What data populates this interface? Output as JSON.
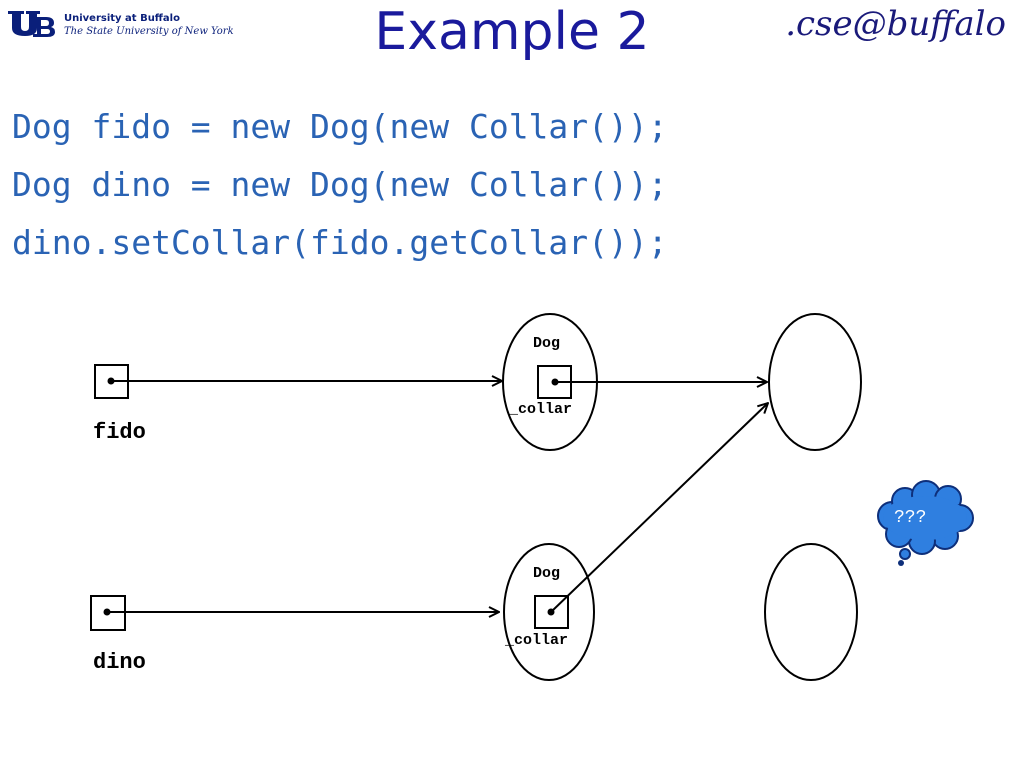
{
  "header": {
    "title": "Example 2",
    "ub_logo": {
      "name": "University at Buffalo",
      "subtitle": "The State University of New York"
    },
    "cse_logo": ".cse@buffalo"
  },
  "code_lines": [
    "Dog fido = new Dog(new Collar());",
    "Dog dino = new Dog(new Collar());",
    "dino.setCollar(fido.getCollar());"
  ],
  "diagram": {
    "variables": [
      {
        "name": "fido"
      },
      {
        "name": "dino"
      }
    ],
    "objects": [
      {
        "type": "Dog",
        "field": "_collar"
      },
      {
        "type": "Dog",
        "field": "_collar"
      }
    ],
    "cloud": {
      "text": "???"
    }
  },
  "colors": {
    "title": "#1a1a9c",
    "code": "#2a63b4",
    "cloud_fill": "#2f7fe0",
    "logo": "#0a1f7a"
  }
}
